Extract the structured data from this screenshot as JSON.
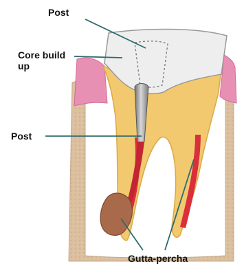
{
  "labels": {
    "post_top": "Post",
    "core_build_up": "Core build up",
    "post_mid": "Post",
    "gutta_percha": "Gutta-percha"
  },
  "colors": {
    "crown": "#eeeeee",
    "gum": "#e88fb4",
    "bone": "#dcc0a0",
    "dentin": "#f2c96e",
    "pulp_canal": "#d9303c",
    "post_metal": "#9a9a9a",
    "lesion": "#a86a4a",
    "leader_line": "#2f6b6f"
  }
}
